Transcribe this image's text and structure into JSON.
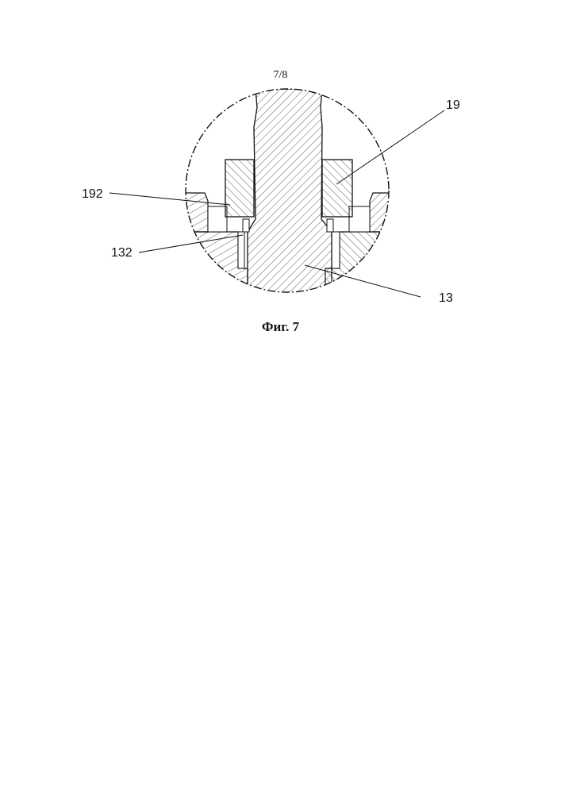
{
  "page": {
    "number": "7/8"
  },
  "figure": {
    "caption": "Фиг. 7",
    "labels": {
      "ref_19": "19",
      "ref_192": "192",
      "ref_132": "132",
      "ref_13": "13"
    }
  }
}
